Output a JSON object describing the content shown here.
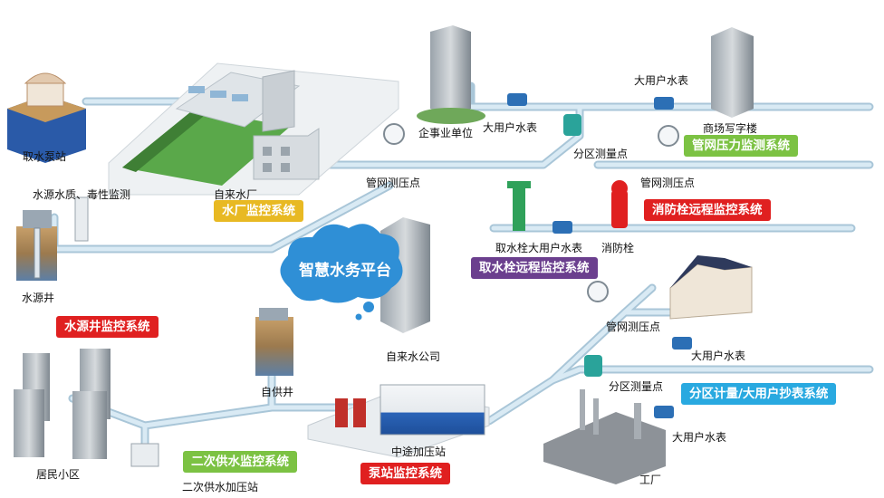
{
  "platform": {
    "title": "智慧水务平台"
  },
  "labels": {
    "intake_station": "取水泵站",
    "quality_monitor": "水源水质、毒性监测",
    "water_plant": "自来水厂",
    "source_well": "水源井",
    "enterprise": "企事业单位",
    "big_meter_1": "大用户水表",
    "big_meter_2": "大用户水表",
    "office_building": "商场写字楼",
    "zone_meter_1": "分区测量点",
    "pressure_point_1": "管网测压点",
    "pressure_point_2": "管网测压点",
    "hydrant_meter": "取水栓大用户水表",
    "hydrant": "消防栓",
    "water_company": "自来水公司",
    "pressure_point_3": "管网测压点",
    "big_meter_3": "大用户水表",
    "zone_meter_2": "分区测量点",
    "own_well": "自供井",
    "residential": "居民小区",
    "booster_station": "中途加压站",
    "secondary_station": "二次供水加压站",
    "factory": "工厂",
    "big_meter_4": "大用户水表"
  },
  "systems": {
    "plant_monitor": {
      "label": "水厂监控系统",
      "color": "#e8b923"
    },
    "well_monitor": {
      "label": "水源井监控系统",
      "color": "#e02020"
    },
    "pressure_monitor": {
      "label": "管网压力监测系统",
      "color": "#7cc243"
    },
    "hydrant_remote": {
      "label": "消防栓远程监控系统",
      "color": "#e02020"
    },
    "tap_remote": {
      "label": "取水栓远程监控系统",
      "color": "#6b3f8e"
    },
    "zone_metering": {
      "label": "分区计量/大用户抄表系统",
      "color": "#29a9e0"
    },
    "secondary_monitor": {
      "label": "二次供水监控系统",
      "color": "#7cc243"
    },
    "pump_monitor": {
      "label": "泵站监控系统",
      "color": "#e02020"
    }
  },
  "colors": {
    "pipe": "#cfe2ee",
    "pipe_edge": "#a9c6d8",
    "cloud": "#2f8fd6"
  }
}
